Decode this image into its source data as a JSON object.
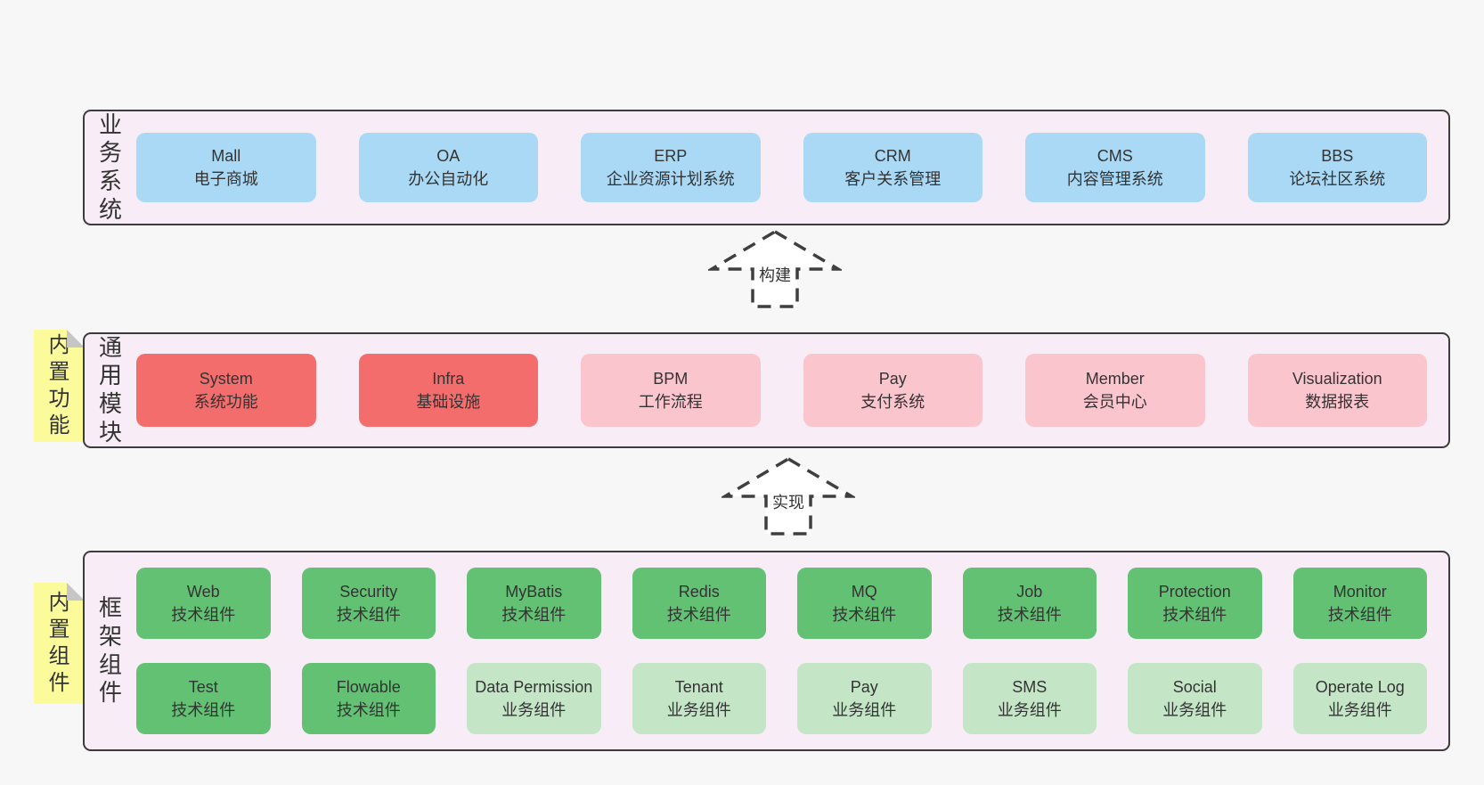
{
  "palette": {
    "page_bg": "#f7f7f7",
    "container_fill": "#f8edf6",
    "container_border": "#3c3c3c",
    "blue": "#a9d9f5",
    "red": "#f36d6d",
    "pink": "#fbc5ce",
    "green": "#63c173",
    "green_light": "#c4e6c7",
    "tag_yellow": "#fbfb9b",
    "fold_gray": "#c6c6c6",
    "arrow_stroke": "#3f3f3f",
    "text": "#333333"
  },
  "sections": [
    {
      "id": "business-systems",
      "side_label": "业务系统",
      "rows": [
        [
          {
            "name": "Mall",
            "desc": "电子商城",
            "color": "blue"
          },
          {
            "name": "OA",
            "desc": "办公自动化",
            "color": "blue"
          },
          {
            "name": "ERP",
            "desc": "企业资源计划系统",
            "color": "blue"
          },
          {
            "name": "CRM",
            "desc": "客户关系管理",
            "color": "blue"
          },
          {
            "name": "CMS",
            "desc": "内容管理系统",
            "color": "blue"
          },
          {
            "name": "BBS",
            "desc": "论坛社区系统",
            "color": "blue"
          }
        ]
      ]
    },
    {
      "id": "common-modules",
      "side_label": "通用模块",
      "tag": "内置功能",
      "rows": [
        [
          {
            "name": "System",
            "desc": "系统功能",
            "color": "red"
          },
          {
            "name": "Infra",
            "desc": "基础设施",
            "color": "red"
          },
          {
            "name": "BPM",
            "desc": "工作流程",
            "color": "pink"
          },
          {
            "name": "Pay",
            "desc": "支付系统",
            "color": "pink"
          },
          {
            "name": "Member",
            "desc": "会员中心",
            "color": "pink"
          },
          {
            "name": "Visualization",
            "desc": "数据报表",
            "color": "pink"
          }
        ]
      ]
    },
    {
      "id": "framework-components",
      "side_label": "框架组件",
      "tag": "内置组件",
      "rows": [
        [
          {
            "name": "Web",
            "desc": "技术组件",
            "color": "green"
          },
          {
            "name": "Security",
            "desc": "技术组件",
            "color": "green"
          },
          {
            "name": "MyBatis",
            "desc": "技术组件",
            "color": "green"
          },
          {
            "name": "Redis",
            "desc": "技术组件",
            "color": "green"
          },
          {
            "name": "MQ",
            "desc": "技术组件",
            "color": "green"
          },
          {
            "name": "Job",
            "desc": "技术组件",
            "color": "green"
          },
          {
            "name": "Protection",
            "desc": "技术组件",
            "color": "green"
          },
          {
            "name": "Monitor",
            "desc": "技术组件",
            "color": "green"
          }
        ],
        [
          {
            "name": "Test",
            "desc": "技术组件",
            "color": "green"
          },
          {
            "name": "Flowable",
            "desc": "技术组件",
            "color": "green"
          },
          {
            "name": "Data Permission",
            "desc": "业务组件",
            "color": "green_light"
          },
          {
            "name": "Tenant",
            "desc": "业务组件",
            "color": "green_light"
          },
          {
            "name": "Pay",
            "desc": "业务组件",
            "color": "green_light"
          },
          {
            "name": "SMS",
            "desc": "业务组件",
            "color": "green_light"
          },
          {
            "name": "Social",
            "desc": "业务组件",
            "color": "green_light"
          },
          {
            "name": "Operate Log",
            "desc": "业务组件",
            "color": "green_light"
          }
        ]
      ]
    }
  ],
  "arrows": [
    {
      "label": "构建"
    },
    {
      "label": "实现"
    }
  ]
}
